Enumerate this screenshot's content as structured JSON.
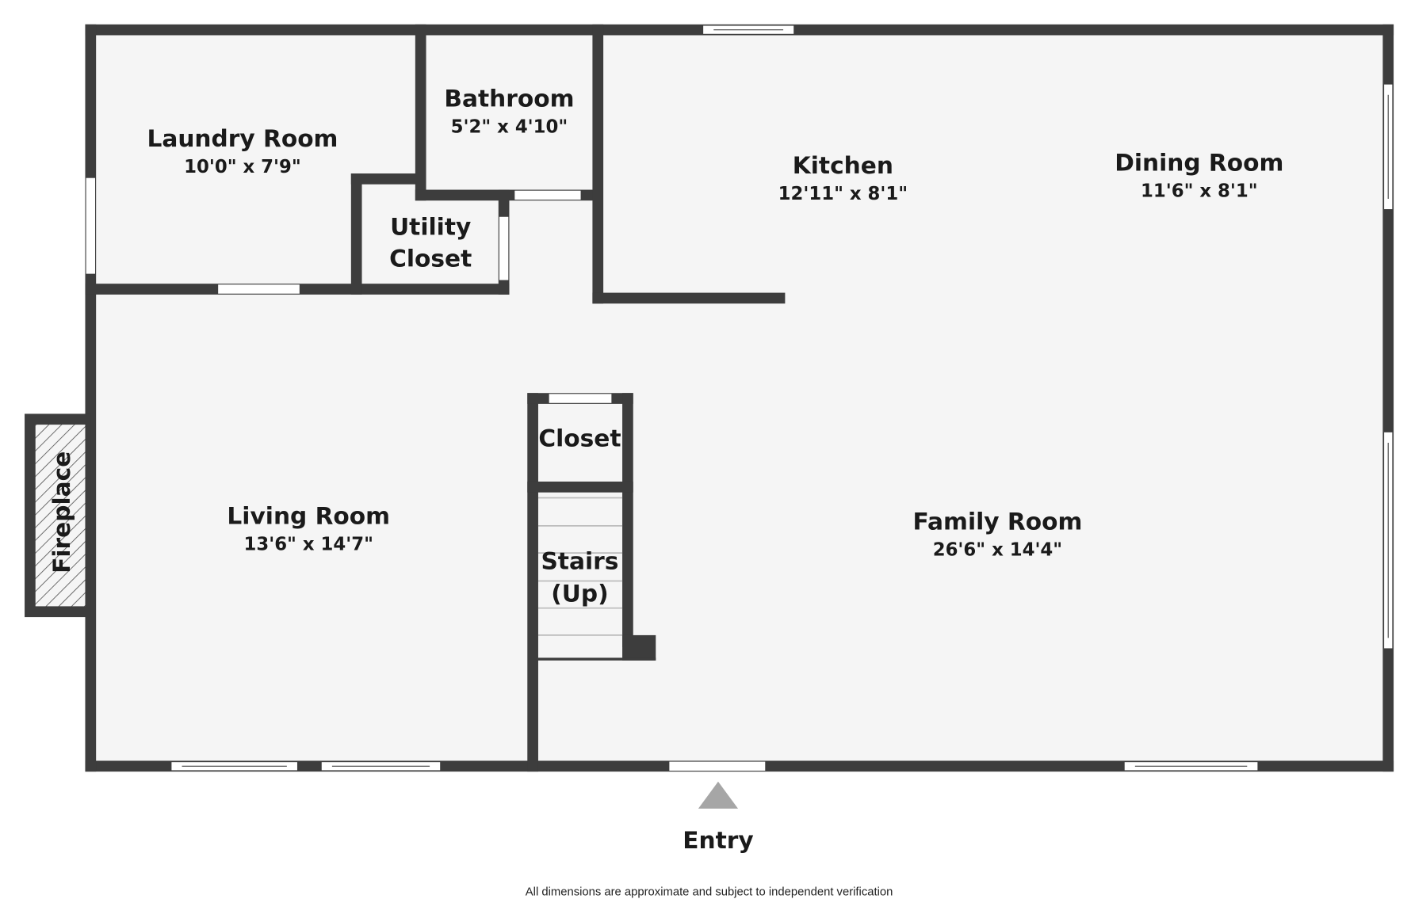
{
  "rooms": {
    "laundry": {
      "name": "Laundry Room",
      "dims": "10'0\" x 7'9\""
    },
    "bathroom": {
      "name": "Bathroom",
      "dims": "5'2\" x 4'10\""
    },
    "kitchen": {
      "name": "Kitchen",
      "dims": "12'11\" x 8'1\""
    },
    "dining": {
      "name": "Dining Room",
      "dims": "11'6\" x 8'1\""
    },
    "utility": {
      "name_line1": "Utility",
      "name_line2": "Closet"
    },
    "closet": {
      "name": "Closet"
    },
    "stairs": {
      "name_line1": "Stairs",
      "name_line2": "(Up)"
    },
    "living": {
      "name": "Living Room",
      "dims": "13'6\" x 14'7\""
    },
    "family": {
      "name": "Family Room",
      "dims": "26'6\" x 14'4\""
    },
    "fireplace": {
      "name": "Fireplace"
    }
  },
  "entry": {
    "label": "Entry"
  },
  "footer": {
    "disclaimer": "All dimensions are approximate and subject to independent verification"
  },
  "colors": {
    "wall": "#3d3d3d",
    "floor": "#f5f5f5",
    "entry_arrow": "#a6a6a6"
  }
}
